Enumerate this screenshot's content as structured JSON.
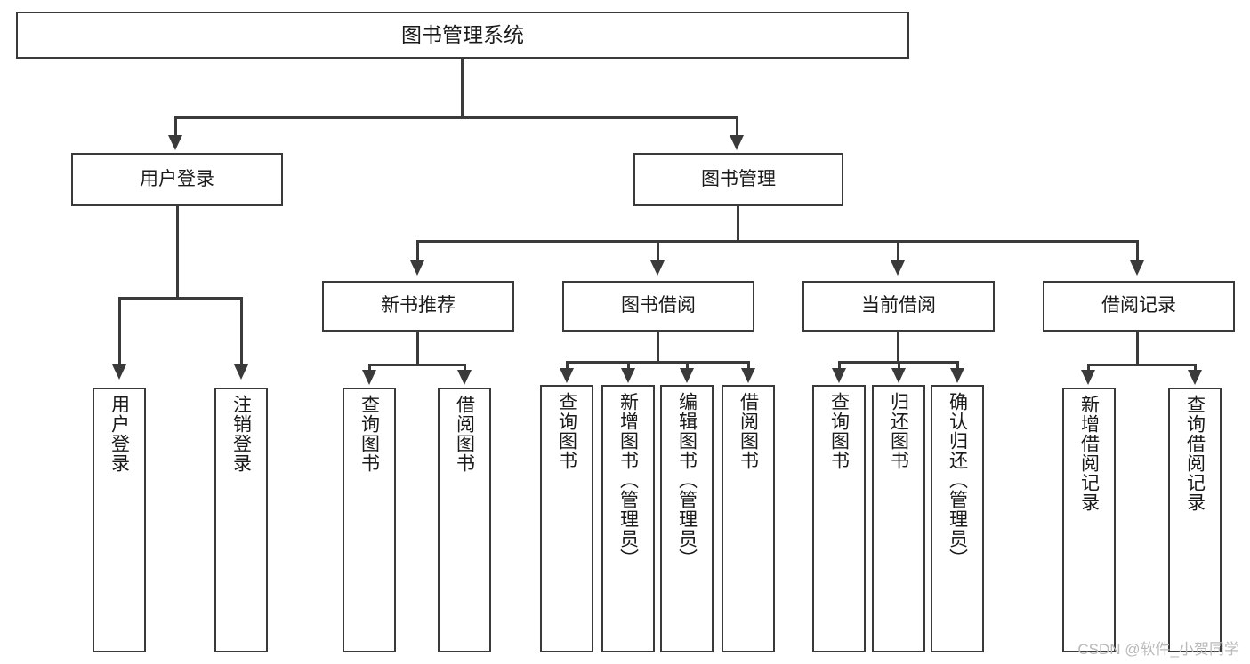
{
  "diagram": {
    "title": "图书管理系统",
    "type": "功能结构图",
    "watermark": "CSDN @软件_小贺同学",
    "colors": {
      "stroke": "#3a3a3a",
      "fill": "#ffffff",
      "text": "#1a1a1a",
      "watermark": "#b9b9b9"
    },
    "nodes": {
      "root": {
        "label": "图书管理系统"
      },
      "level2": [
        {
          "id": "user-login",
          "label": "用户登录"
        },
        {
          "id": "book-manage",
          "label": "图书管理"
        }
      ],
      "level3": [
        {
          "id": "new-book-recommend",
          "label": "新书推荐"
        },
        {
          "id": "book-borrow",
          "label": "图书借阅"
        },
        {
          "id": "current-borrow",
          "label": "当前借阅"
        },
        {
          "id": "borrow-record",
          "label": "借阅记录"
        }
      ],
      "leaves": {
        "user_login": [
          {
            "id": "leaf-user-login",
            "label": "用户登录"
          },
          {
            "id": "leaf-user-logout",
            "label": "注销登录"
          }
        ],
        "new_book_recommend": [
          {
            "id": "leaf-query-book-1",
            "label": "查询图书"
          },
          {
            "id": "leaf-borrow-book-1",
            "label": "借阅图书"
          }
        ],
        "book_borrow": [
          {
            "id": "leaf-query-book-2",
            "label": "查询图书"
          },
          {
            "id": "leaf-add-book",
            "label": "新增图书（管理员）"
          },
          {
            "id": "leaf-edit-book",
            "label": "编辑图书（管理员）"
          },
          {
            "id": "leaf-borrow-book-2",
            "label": "借阅图书"
          }
        ],
        "current_borrow": [
          {
            "id": "leaf-query-book-3",
            "label": "查询图书"
          },
          {
            "id": "leaf-return-book",
            "label": "归还图书"
          },
          {
            "id": "leaf-confirm-return",
            "label": "确认归还（管理员）"
          }
        ],
        "borrow_record": [
          {
            "id": "leaf-add-record",
            "label": "新增借阅记录"
          },
          {
            "id": "leaf-query-record",
            "label": "查询借阅记录"
          }
        ]
      }
    }
  }
}
